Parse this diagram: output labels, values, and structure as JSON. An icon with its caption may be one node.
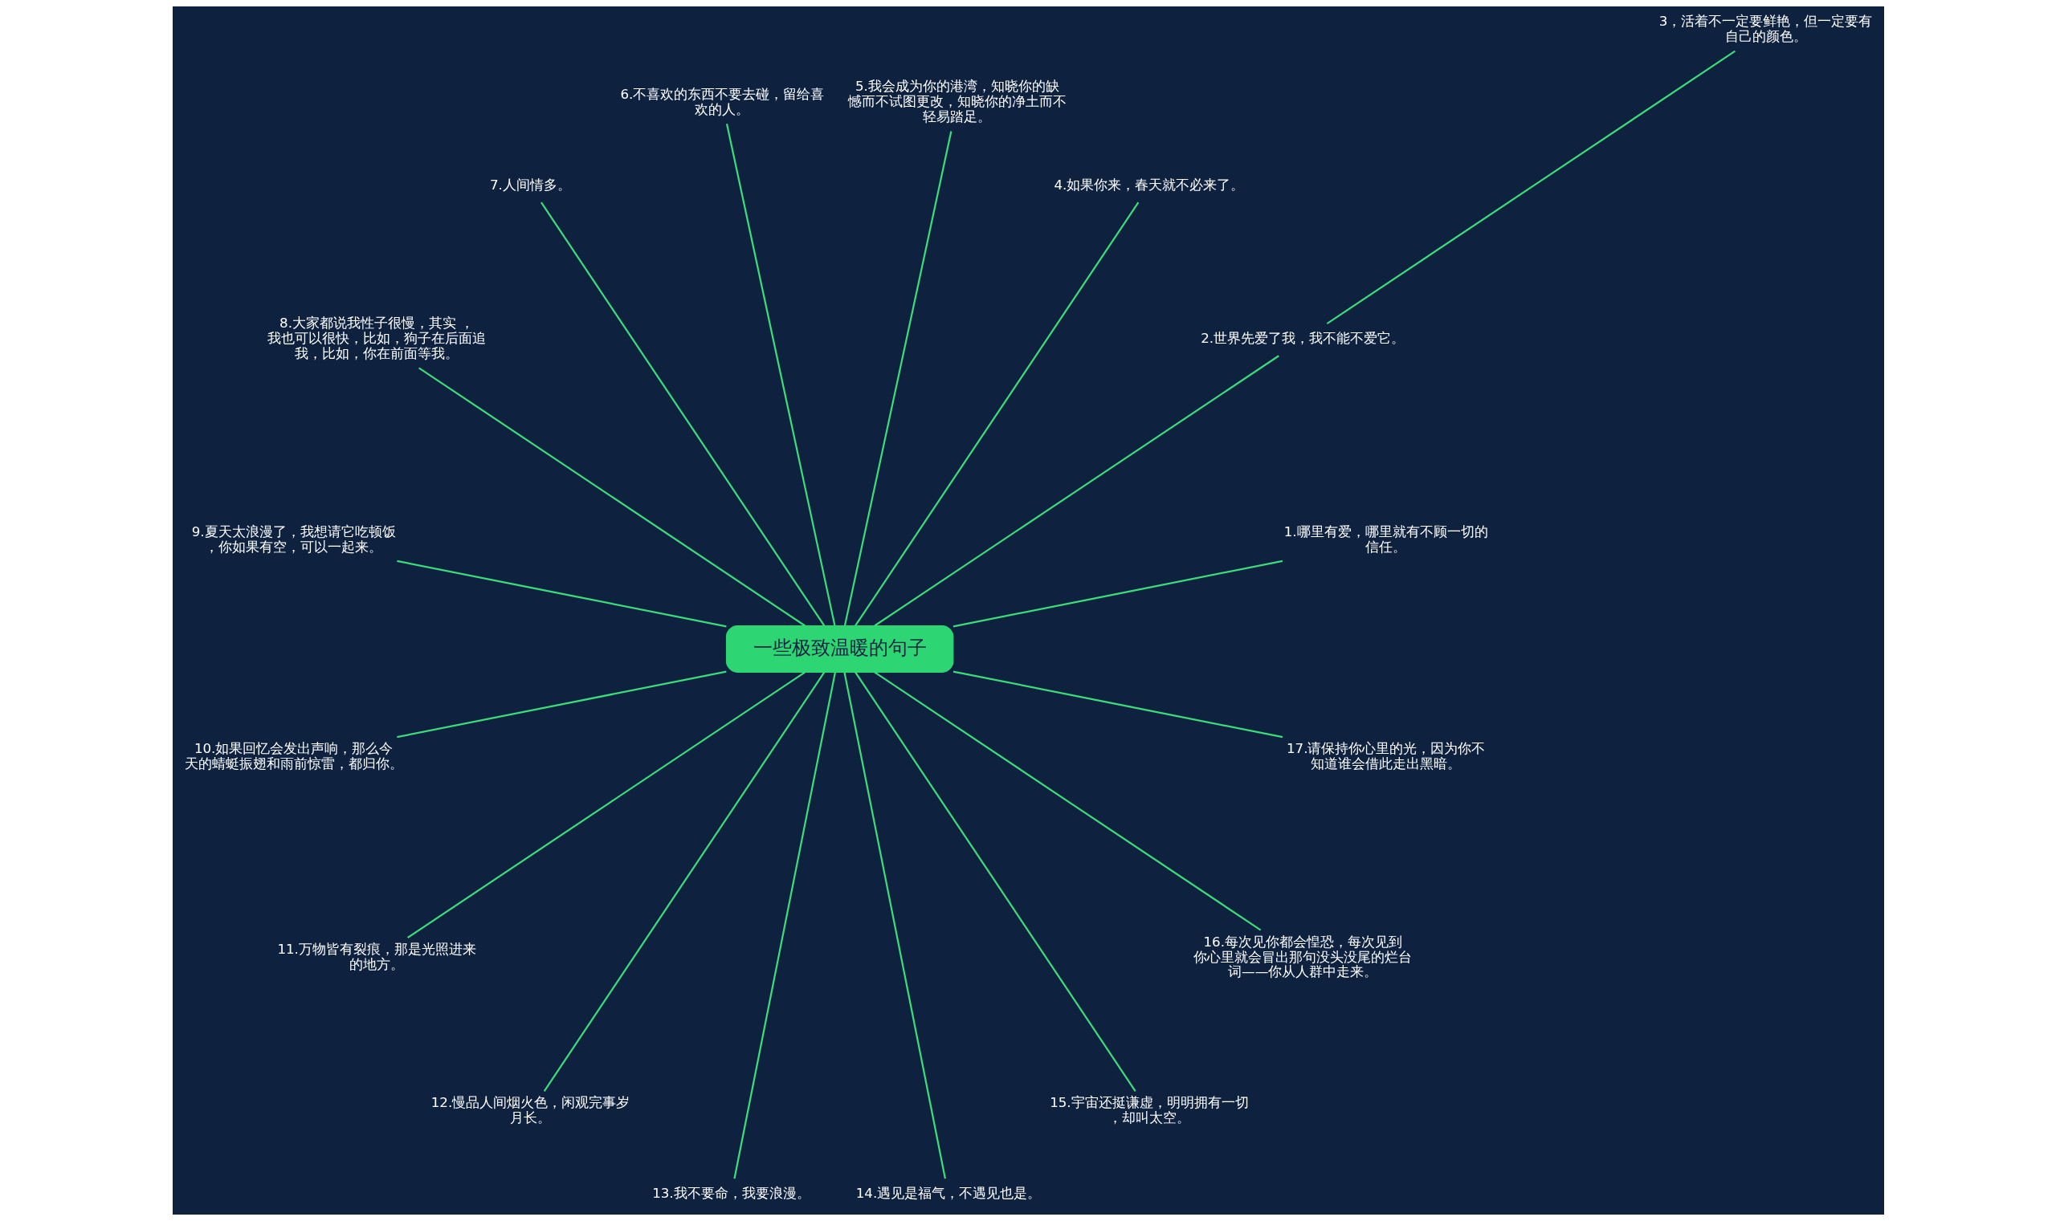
{
  "diagram": {
    "nodes": [
      {
        "text": [
          "一些极致温暖的句子"
        ]
      },
      {
        "text": [
          "1.哪里有爱，哪里就有不顾一切的信任。"
        ]
      },
      {
        "text": [
          "2.世界先爱了我，我不能不爱它。"
        ]
      },
      {
        "text": [
          "3，活着不一定要鲜艳，但一定要有自己的颜色。"
        ]
      },
      {
        "text": [
          "4.如果你来，春天就不必来了。"
        ]
      },
      {
        "text": [
          "5.我会成为你的港湾，知晓你的缺憾而不试图更改，知晓你的净土而不轻易踏足。"
        ]
      },
      {
        "text": [
          "6.不喜欢的东西不要去碰，留给喜欢的人。"
        ]
      },
      {
        "text": [
          "7.人间情多。"
        ]
      },
      {
        "text": [
          "8.大家都说我性子很慢，其实 ，我也可以很快，比如，狗子在后面追我，比如，你在前面等我。"
        ]
      },
      {
        "text": [
          "9.夏天太浪漫了，我想请它吃顿饭，你如果有空，可以一起来。"
        ]
      },
      {
        "text": [
          "10.如果回忆会发出声响，那么今天的蜻蜓振翅和雨前惊雷，都归你。"
        ]
      },
      {
        "text": [
          "11.万物皆有裂痕，那是光照进来的地方。"
        ]
      },
      {
        "text": [
          "12.慢品人间烟火色，闲观完事岁月长。"
        ]
      },
      {
        "text": [
          "13.我不要命，我要浪漫。"
        ]
      },
      {
        "text": [
          "14.遇见是福气，不遇见也是。"
        ]
      },
      {
        "text": [
          "15.宇宙还挺谦虚，明明拥有一切，却叫太空。"
        ]
      },
      {
        "text": [
          "16.每次见你都会惶恐，每次见到你心里就会冒出那句没头没尾的烂台词——你从人群中走来。"
        ]
      },
      {
        "text": [
          "17.请保持你心里的光，因为你不知道谁会借此走出黑暗。"
        ]
      }
    ],
    "edges": [
      {
        "from": 0,
        "to": 1,
        "arrow": "none"
      },
      {
        "from": 0,
        "to": 4,
        "arrow": "none"
      },
      {
        "from": 0,
        "to": 6,
        "arrow": "none"
      },
      {
        "from": 0,
        "to": 8,
        "arrow": "none"
      },
      {
        "from": 0,
        "to": 10,
        "arrow": "none"
      },
      {
        "from": 0,
        "to": 12,
        "arrow": "none"
      },
      {
        "from": 0,
        "to": 14,
        "arrow": "none"
      },
      {
        "from": 0,
        "to": 16,
        "arrow": "none"
      },
      {
        "from": 0,
        "to": 17,
        "arrow": "none"
      },
      {
        "from": 0,
        "to": 15,
        "arrow": "none"
      },
      {
        "from": 0,
        "to": 13,
        "arrow": "none"
      },
      {
        "from": 0,
        "to": 11,
        "arrow": "none"
      },
      {
        "from": 0,
        "to": 9,
        "arrow": "none"
      },
      {
        "from": 0,
        "to": 7,
        "arrow": "none"
      },
      {
        "from": 0,
        "to": 5,
        "arrow": "none"
      },
      {
        "from": 0,
        "to": 2,
        "arrow": "none"
      },
      {
        "from": 2,
        "to": 3,
        "arrow": "none"
      }
    ]
  }
}
